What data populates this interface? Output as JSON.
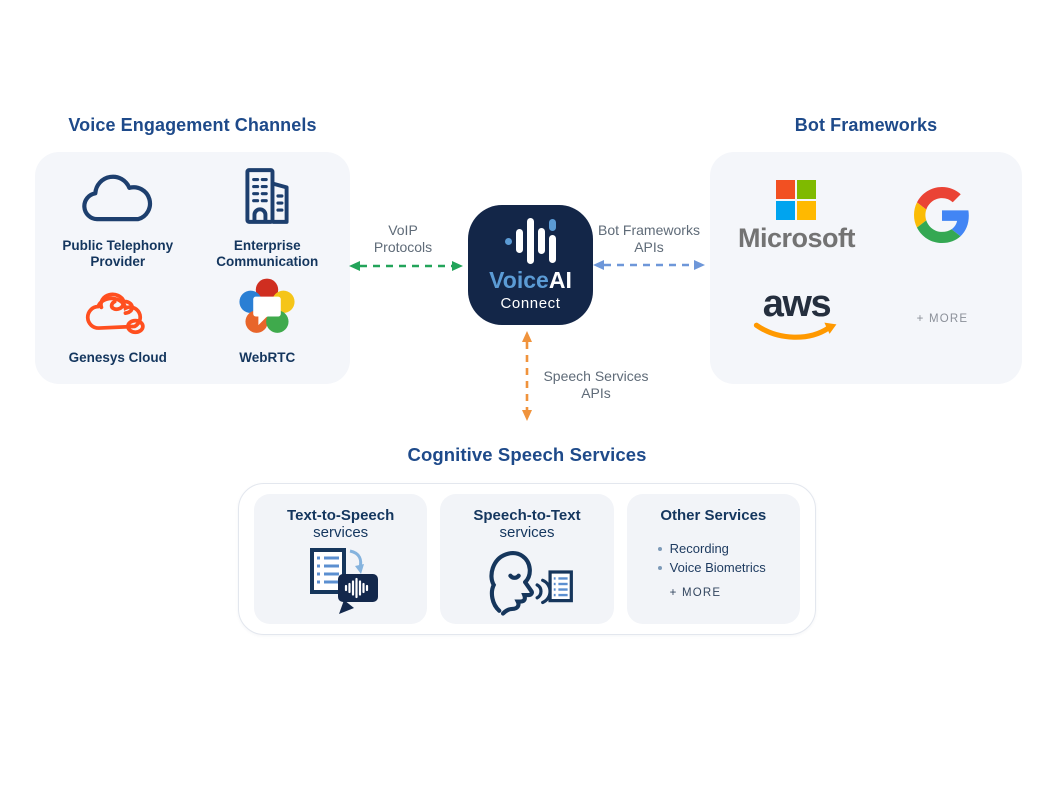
{
  "voice_channels": {
    "title": "Voice Engagement Channels",
    "items": [
      {
        "line1": "Public Telephony",
        "line2": "Provider",
        "icon": "cloud-icon"
      },
      {
        "line1": "Enterprise",
        "line2": "Communication",
        "icon": "buildings-icon"
      },
      {
        "line1": "Genesys Cloud",
        "icon": "genesys-cloud-icon"
      },
      {
        "line1": "WebRTC",
        "icon": "webrtc-icon"
      }
    ]
  },
  "bot_frameworks": {
    "title": "Bot Frameworks",
    "microsoft_label": "Microsoft",
    "aws_label": "aws",
    "more_label": "+ MORE"
  },
  "center_logo": {
    "brand_primary": "Voice",
    "brand_secondary": "AI",
    "subtitle": "Connect"
  },
  "connectors": {
    "voip": {
      "line1": "VoIP",
      "line2": "Protocols",
      "color": "#23a45a"
    },
    "bot_api": {
      "line1": "Bot Frameworks",
      "line2": "APIs",
      "color": "#6e97d9"
    },
    "speech_api": {
      "line1": "Speech Services",
      "line2": "APIs",
      "color": "#f0933c"
    }
  },
  "speech_services": {
    "title": "Cognitive Speech Services",
    "cards": [
      {
        "title": "Text-to-Speech",
        "subtitle": "services"
      },
      {
        "title": "Speech-to-Text",
        "subtitle": "services"
      },
      {
        "title": "Other Services",
        "bullets": [
          "Recording",
          "Voice Biometrics"
        ],
        "more_label": "+ MORE"
      }
    ]
  },
  "colors": {
    "title_blue": "#1e4a8a",
    "label_navy": "#14365e",
    "logo_navy": "#132648",
    "logo_lightblue": "#5b9bd5",
    "panel_gray": "#f4f6fa",
    "arrow_green": "#23a45a",
    "arrow_blue": "#6e97d9",
    "arrow_orange": "#f0933c",
    "genesys_orange": "#ff4f1f",
    "ms_red": "#f25022",
    "ms_green": "#7fba00",
    "ms_blue": "#00a4ef",
    "ms_yellow": "#ffb900",
    "aws_dark": "#252f3e",
    "aws_orange": "#ff9900"
  }
}
